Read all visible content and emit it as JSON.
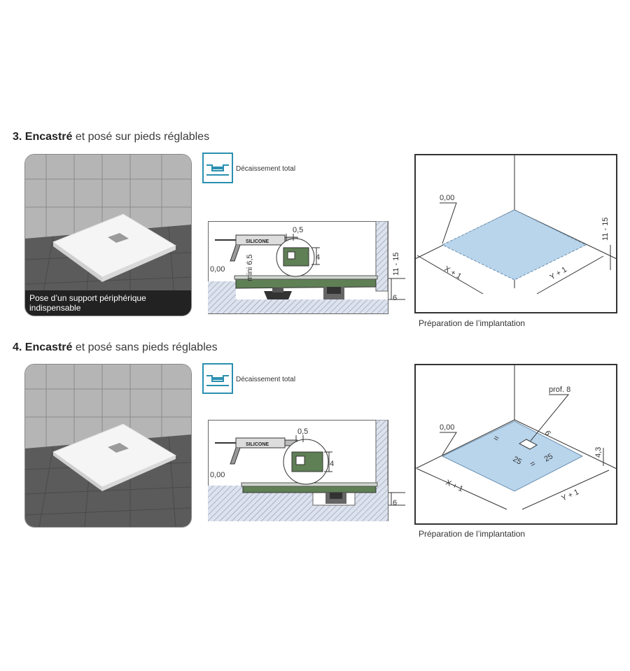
{
  "sections": [
    {
      "title_num": "3.",
      "title_bold": "Encastré",
      "title_rest": "et posé sur pieds réglables",
      "scene_caption_1": "Pose d’un support périphérique",
      "scene_caption_2": "indispensable",
      "icon_label": "Décaissement total",
      "cross_section": {
        "gun_label": "SILICONE",
        "dim_top": "0,5",
        "dim_side": "4",
        "dim_mini": "mini 6,5",
        "dim_zero": "0,00",
        "dim_right_tall": "11 - 15",
        "dim_right_small": "6"
      },
      "plan": {
        "zero": "0,00",
        "x_dim": "X + 1",
        "y_dim": "Y + 1",
        "height_dim": "11 - 15"
      },
      "plan_caption": "Préparation de l’implantation"
    },
    {
      "title_num": "4.",
      "title_bold": "Encastré",
      "title_rest": "et posé sans pieds réglables",
      "icon_label": "Décaissement total",
      "cross_section": {
        "gun_label": "SILICONE",
        "dim_top": "0,5",
        "dim_side": "4",
        "dim_zero": "0,00",
        "dim_right_small": "6"
      },
      "plan": {
        "zero": "0,00",
        "prof": "prof. 8",
        "six": "6",
        "eq1": "=",
        "eq2": "=",
        "twentyfive_a": "25",
        "twentyfive_b": "25",
        "x_dim": "X + 1",
        "y_dim": "Y + 1",
        "height_dim": "4,3"
      },
      "plan_caption": "Préparation de l’implantation"
    }
  ]
}
